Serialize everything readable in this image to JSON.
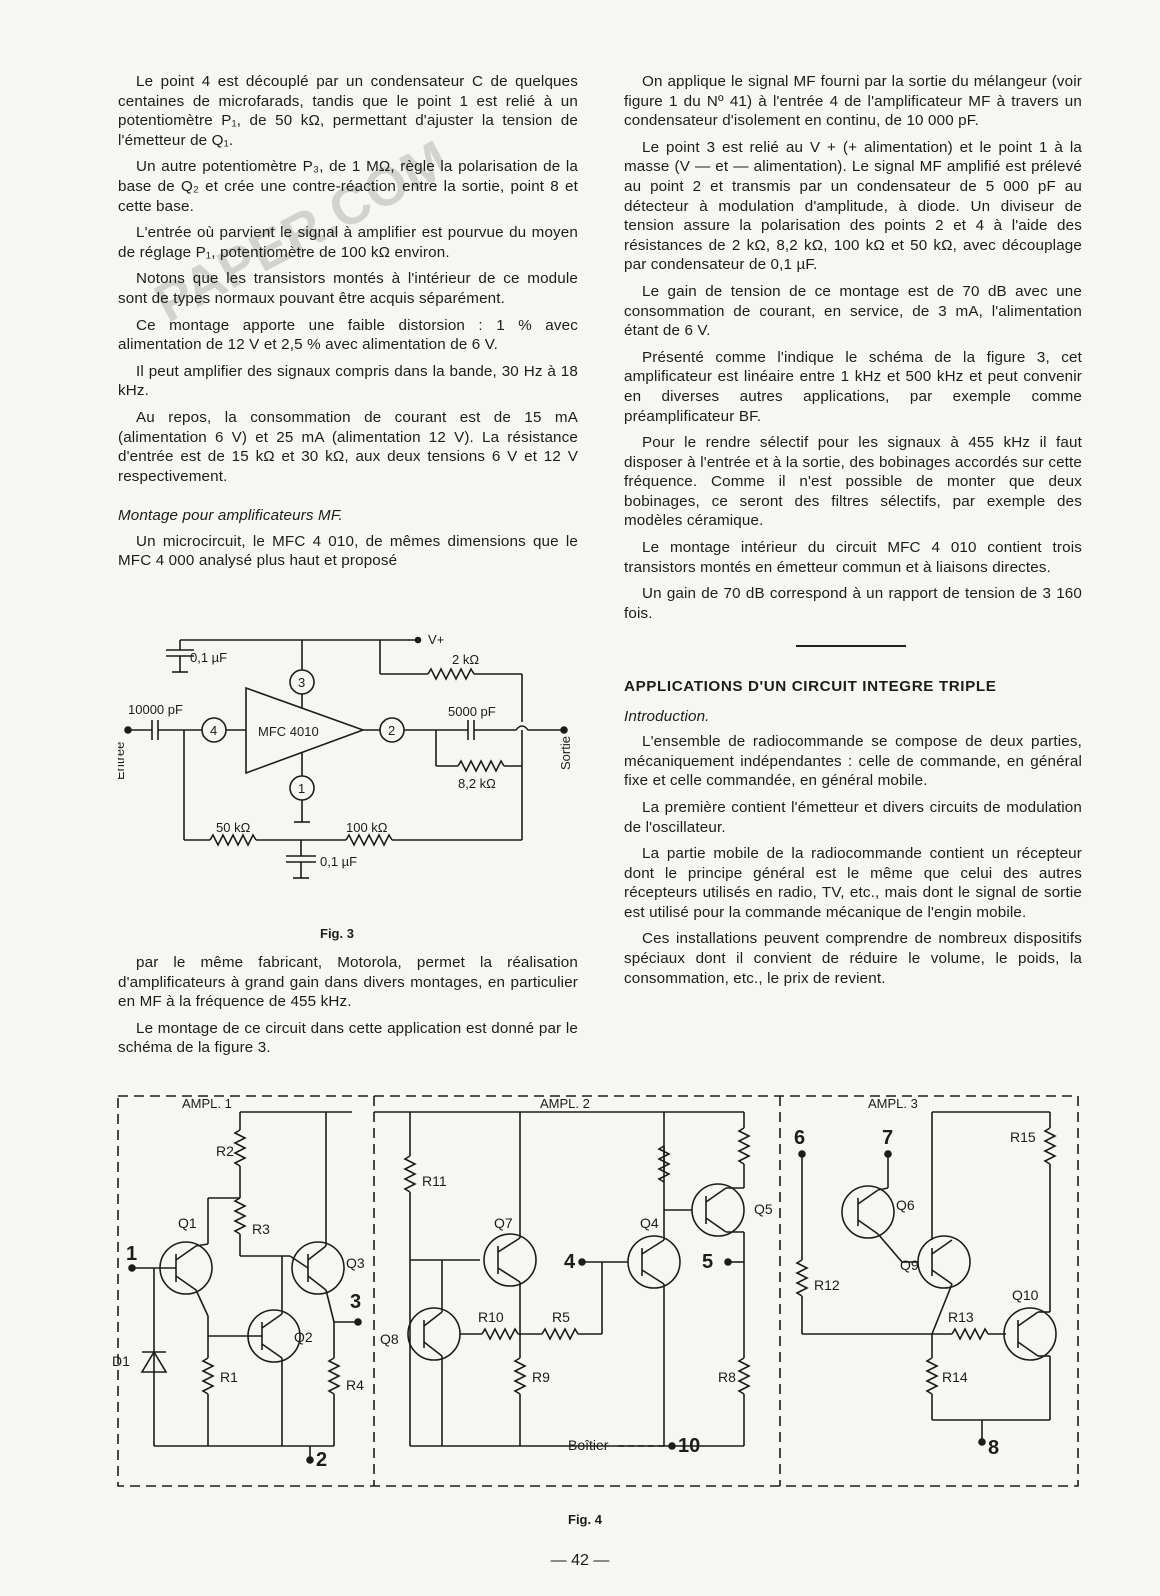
{
  "left_column": {
    "p1": "Le point 4 est découplé par un condensateur C de quelques centaines de microfarads, tandis que le point 1 est relié à un potentiomètre P₁, de 50 kΩ, permettant d'ajuster la tension de l'émetteur de Q₁.",
    "p2": "Un autre potentiomètre P₃, de 1 MΩ, règle la polarisation de la base de Q₂ et crée une contre-réaction entre la sortie, point 8 et cette base.",
    "p3": "L'entrée où parvient le signal à amplifier est pourvue du moyen de réglage P₁, potentiomètre de 100 kΩ environ.",
    "p4": "Notons que les transistors montés à l'intérieur de ce module sont de types normaux pouvant être acquis séparément.",
    "p5": "Ce montage apporte une faible distorsion : 1 % avec alimentation de 12 V et 2,5 % avec alimentation de 6 V.",
    "p6": "Il peut amplifier des signaux compris dans la bande, 30 Hz à 18 kHz.",
    "p7": "Au repos, la consommation de courant est de 15 mA (alimentation 6 V) et 25 mA (alimentation 12 V). La résistance d'entrée est de 15 kΩ et 30 kΩ, aux deux tensions 6 V et 12 V respectivement.",
    "section": "Montage pour amplificateurs MF.",
    "p8": "Un microcircuit, le MFC 4 010, de mêmes dimensions que le MFC 4 000 analysé plus haut et proposé",
    "p9": "par le même fabricant, Motorola, permet la réalisation d'amplificateurs à grand gain dans divers montages, en particulier en MF à la fréquence de 455 kHz.",
    "p10": "Le montage de ce circuit dans cette application est donné par le schéma de la figure 3."
  },
  "right_column": {
    "p1": "On applique le signal MF fourni par la sortie du mélangeur (voir figure 1 du Nº 41) à l'entrée 4 de l'amplificateur MF à travers un condensateur d'isolement en continu, de 10 000 pF.",
    "p2": "Le point 3 est relié au V + (+ alimentation) et le point 1 à la masse (V — et — alimentation). Le signal MF amplifié est prélevé au point 2 et transmis par un condensateur de 5 000 pF au détecteur à modulation d'amplitude, à diode. Un diviseur de tension assure la polarisation des points 2 et 4 à l'aide des résistances de 2 kΩ, 8,2 kΩ, 100 kΩ et 50 kΩ, avec découplage par condensateur de 0,1 µF.",
    "p3": "Le gain de tension de ce montage est de 70 dB avec une consommation de courant, en service, de 3 mA, l'alimentation étant de 6 V.",
    "p4": "Présenté comme l'indique le schéma de la figure 3, cet amplificateur est linéaire entre 1 kHz et 500 kHz et peut convenir en diverses autres applications, par exemple comme préamplificateur BF.",
    "p5": "Pour le rendre sélectif pour les signaux à 455 kHz il faut disposer à l'entrée et à la sortie, des bobinages accordés sur cette fréquence. Comme il n'est possible de monter que deux bobinages, ce seront des filtres sélectifs, par exemple des modèles céramique.",
    "p6": "Le montage intérieur du circuit MFC 4 010 contient trois transistors montés en émetteur commun et à liaisons directes.",
    "p7": "Un gain de 70 dB correspond à un rapport de tension de 3 160 fois.",
    "heading": "APPLICATIONS D'UN CIRCUIT INTEGRE TRIPLE",
    "section": "Introduction.",
    "p8": "L'ensemble de radiocommande se compose de deux parties, mécaniquement indépendantes : celle de commande, en général fixe et celle commandée, en général mobile.",
    "p9": "La première contient l'émetteur et divers circuits de modulation de l'oscillateur.",
    "p10": "La partie mobile de la radiocommande contient un récepteur dont le principe général est le même que celui des autres récepteurs utilisés en radio, TV, etc., mais dont le signal de sortie est utilisé pour la commande mécanique de l'engin mobile.",
    "p11": "Ces installations peuvent comprendre de nombreux dispositifs spéciaux dont il convient de réduire le volume, le poids, la consommation, etc., le prix de revient."
  },
  "fig3": {
    "caption": "Fig. 3",
    "vplus": "V+",
    "c_decouple": "0,1 µF",
    "c_in": "10000 pF",
    "c_out": "5000 pF",
    "r_2k": "2 kΩ",
    "r_82k": "8,2 kΩ",
    "r_50k": "50 kΩ",
    "r_100k": "100 kΩ",
    "c_bottom": "0,1 µF",
    "chip": "MFC 4010",
    "n1": "1",
    "n2": "2",
    "n3": "3",
    "n4": "4",
    "entree": "Entrée",
    "sortie": "Sortie"
  },
  "fig4": {
    "caption": "Fig. 4",
    "ampl1": "AMPL. 1",
    "ampl2": "AMPL. 2",
    "ampl3": "AMPL. 3",
    "boitier": "Boîtier",
    "pins": {
      "p1": "1",
      "p2": "2",
      "p3": "3",
      "p4": "4",
      "p5": "5",
      "p6": "6",
      "p7": "7",
      "p8": "8",
      "p10": "10"
    },
    "q": {
      "q1": "Q1",
      "q2": "Q2",
      "q3": "Q3",
      "q4": "Q4",
      "q5": "Q5",
      "q6": "Q6",
      "q7": "Q7",
      "q8": "Q8",
      "q9": "Q9",
      "q10": "Q10"
    },
    "r": {
      "r1": "R1",
      "r2": "R2",
      "r3": "R3",
      "r4": "R4",
      "r5": "R5",
      "r8": "R8",
      "r9": "R9",
      "r10": "R10",
      "r11": "R11",
      "r12": "R12",
      "r13": "R13",
      "r14": "R14",
      "r15": "R15"
    },
    "d1": "D1"
  },
  "watermark": "PAPER.COM",
  "page_number": "— 42 —"
}
